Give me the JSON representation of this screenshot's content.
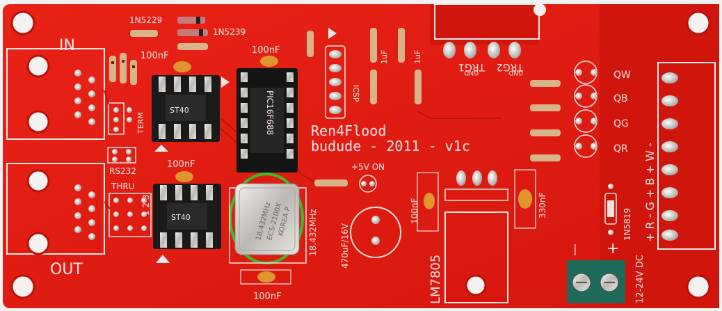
{
  "board": {
    "title": "Ren4Flood",
    "subtitle": "budude - 2011 - v1c",
    "color_pcb": "#e51b12",
    "color_pcb_dark": "#c8140c",
    "color_silk": "#f3e6e6",
    "color_highlight": "#3dbb2c"
  },
  "ports": {
    "in_label": "IN",
    "out_label": "OUT",
    "term_label": "TERM",
    "rs232_label": "RS232",
    "thru_label": "THRU",
    "thru_digits": "1 2 3"
  },
  "parts": {
    "diode_top_1": "1N5229",
    "diode_top_2": "1N5239",
    "cap_100nf": "100nF",
    "chip_mid": "PIC16F688",
    "chip_upper_left": "ST40",
    "chip_lower_left": "ST40",
    "icsp": "ICSP",
    "cap_1uf": "1uF",
    "crystal_freq": "18.432MHz",
    "crystal_model": "ECS-2100X",
    "crystal_origin": "KOREA P",
    "power_led": "+5V ON",
    "elco": "470uF/16V",
    "regulator": "LM7805",
    "cap_330nf": "330nF",
    "diode_power": "1N5819",
    "dc_input": "12-24V DC",
    "minus": "—",
    "plus": "+"
  },
  "triggers": {
    "trg1": "TRG1",
    "trg2": "TRG2",
    "gnd": "GND",
    "plus": "+"
  },
  "leds": {
    "qw": "QW",
    "qb": "QB",
    "qg": "QG",
    "qr": "QR"
  },
  "rgbw_header": {
    "label": "+ R - G + B + W -"
  }
}
